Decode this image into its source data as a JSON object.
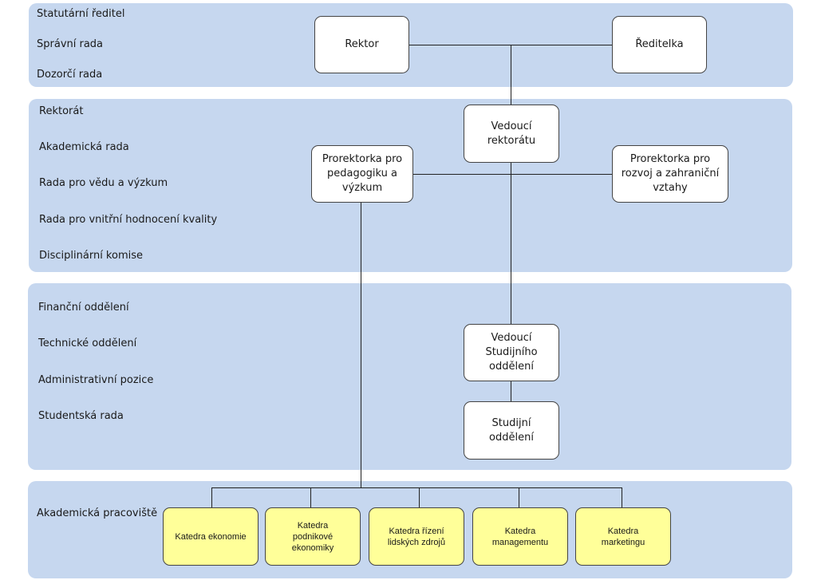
{
  "bands": {
    "top": [
      "Statutární ředitel",
      "Správní rada",
      "Dozorčí rada"
    ],
    "rectorate": [
      "Rektorát",
      "Akademická rada",
      "Rada pro vědu a výzkum",
      "Rada pro vnitřní hodnocení kvality",
      "Disciplinární komise"
    ],
    "departments": [
      "Finanční oddělení",
      "Technické oddělení",
      "Administrativní pozice",
      "Studentská rada"
    ],
    "academic": [
      "Akademická pracoviště"
    ]
  },
  "nodes": {
    "rektor": "Rektor",
    "reditelka": "Ředitelka",
    "vedouci_rektoratu": "Vedoucí\nrektorátu",
    "prorektorka_ped": "Prorektorka pro\npedagogiku a\nvýzkum",
    "prorektorka_rozvoj": "Prorektorka pro\nrozvoj a zahraniční\nvztahy",
    "vedouci_studijniho": "Vedoucí\nStudijního\noddělení",
    "studijni": "Studijní\noddělení"
  },
  "departments_list": [
    "Katedra ekonomie",
    "Katedra\npodnikové\nekonomiky",
    "Katedra řízení\nlidských zdrojů",
    "Katedra\nmanagementu",
    "Katedra\nmarketingu"
  ]
}
